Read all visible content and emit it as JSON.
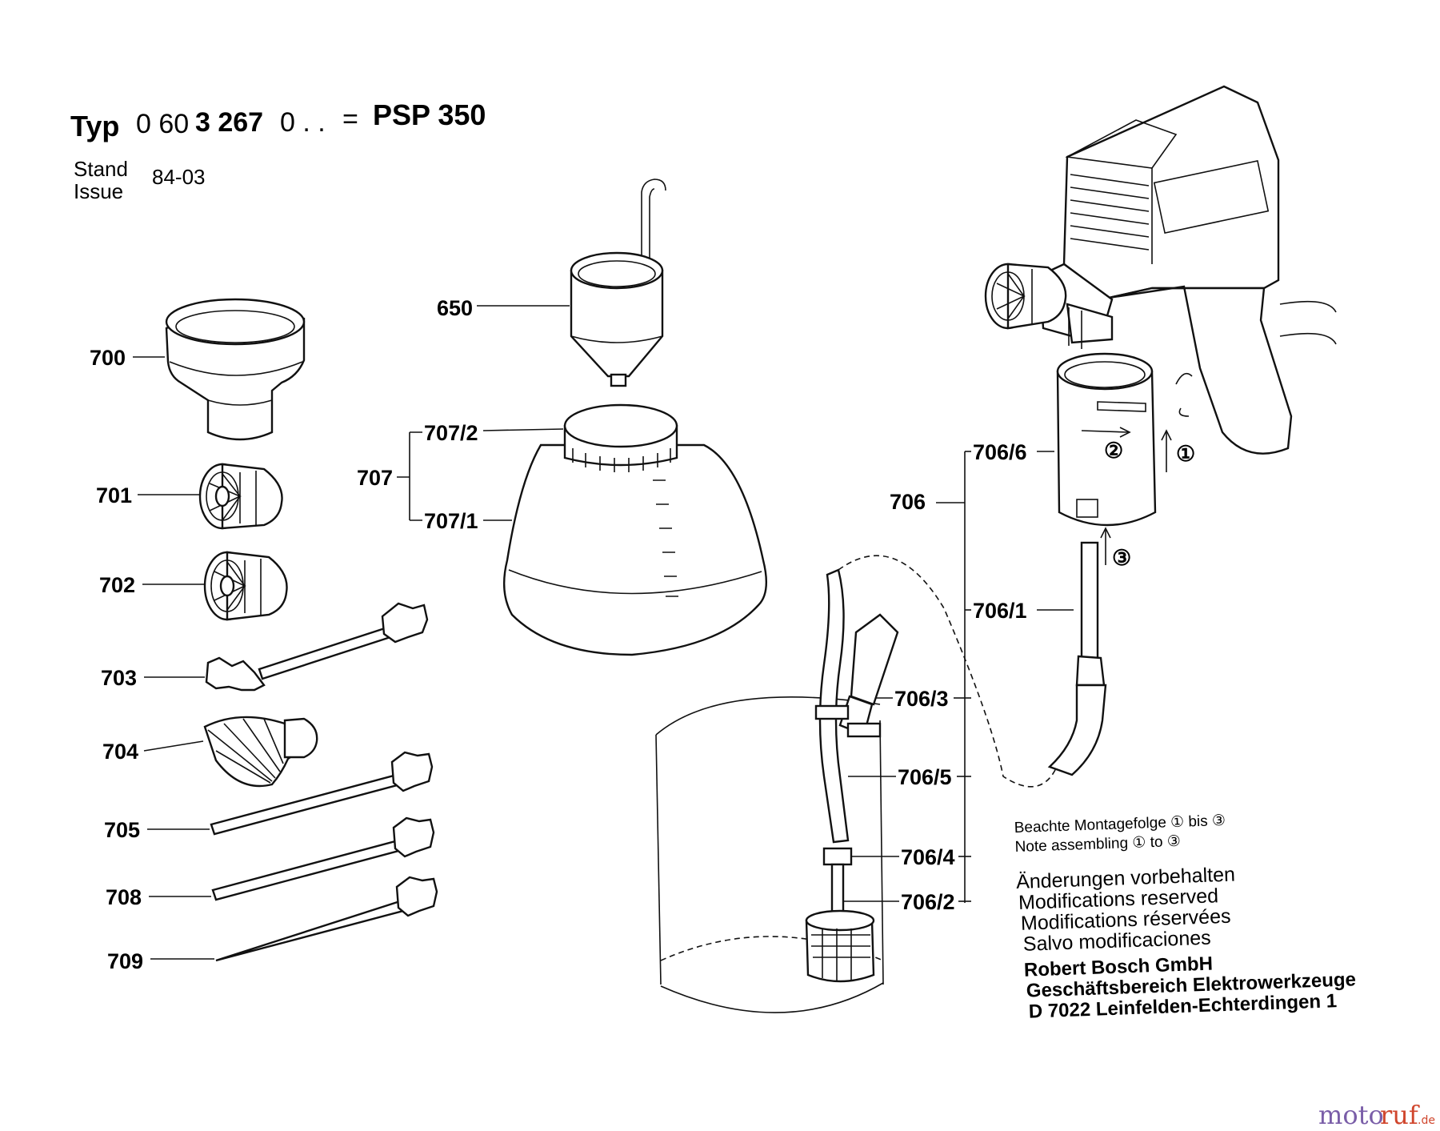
{
  "header": {
    "typ": "Typ",
    "number_a": "0 60",
    "number_b": "3 267",
    "number_c": "0 . .",
    "equals": "=",
    "model": "PSP 350",
    "stand": "Stand",
    "issue": "Issue",
    "date": "84-03"
  },
  "labels": {
    "p650": "650",
    "p700": "700",
    "p701": "701",
    "p702": "702",
    "p703": "703",
    "p704": "704",
    "p705": "705",
    "p708": "708",
    "p709": "709",
    "p707": "707",
    "p707_2": "707/2",
    "p707_1": "707/1",
    "p706": "706",
    "p706_6": "706/6",
    "p706_1": "706/1",
    "p706_3": "706/3",
    "p706_5": "706/5",
    "p706_4": "706/4",
    "p706_2": "706/2"
  },
  "steps": {
    "s1": "①",
    "s2": "②",
    "s3": "③"
  },
  "notes": {
    "assembly_de": "Beachte Montagefolge ① bis ③",
    "assembly_en": "Note assembling ① to ③",
    "mod_de": "Änderungen vorbehalten",
    "mod_en": "Modifications reserved",
    "mod_fr": "Modifications réservées",
    "mod_es": "Salvo modificaciones"
  },
  "company": {
    "name": "Robert Bosch GmbH",
    "division": "Geschäftsbereich Elektrowerkzeuge",
    "address": "D 7022 Leinfelden-Echterdingen 1"
  },
  "watermark": {
    "part1": "moto",
    "part2": "ruf",
    "part3": ".de"
  }
}
